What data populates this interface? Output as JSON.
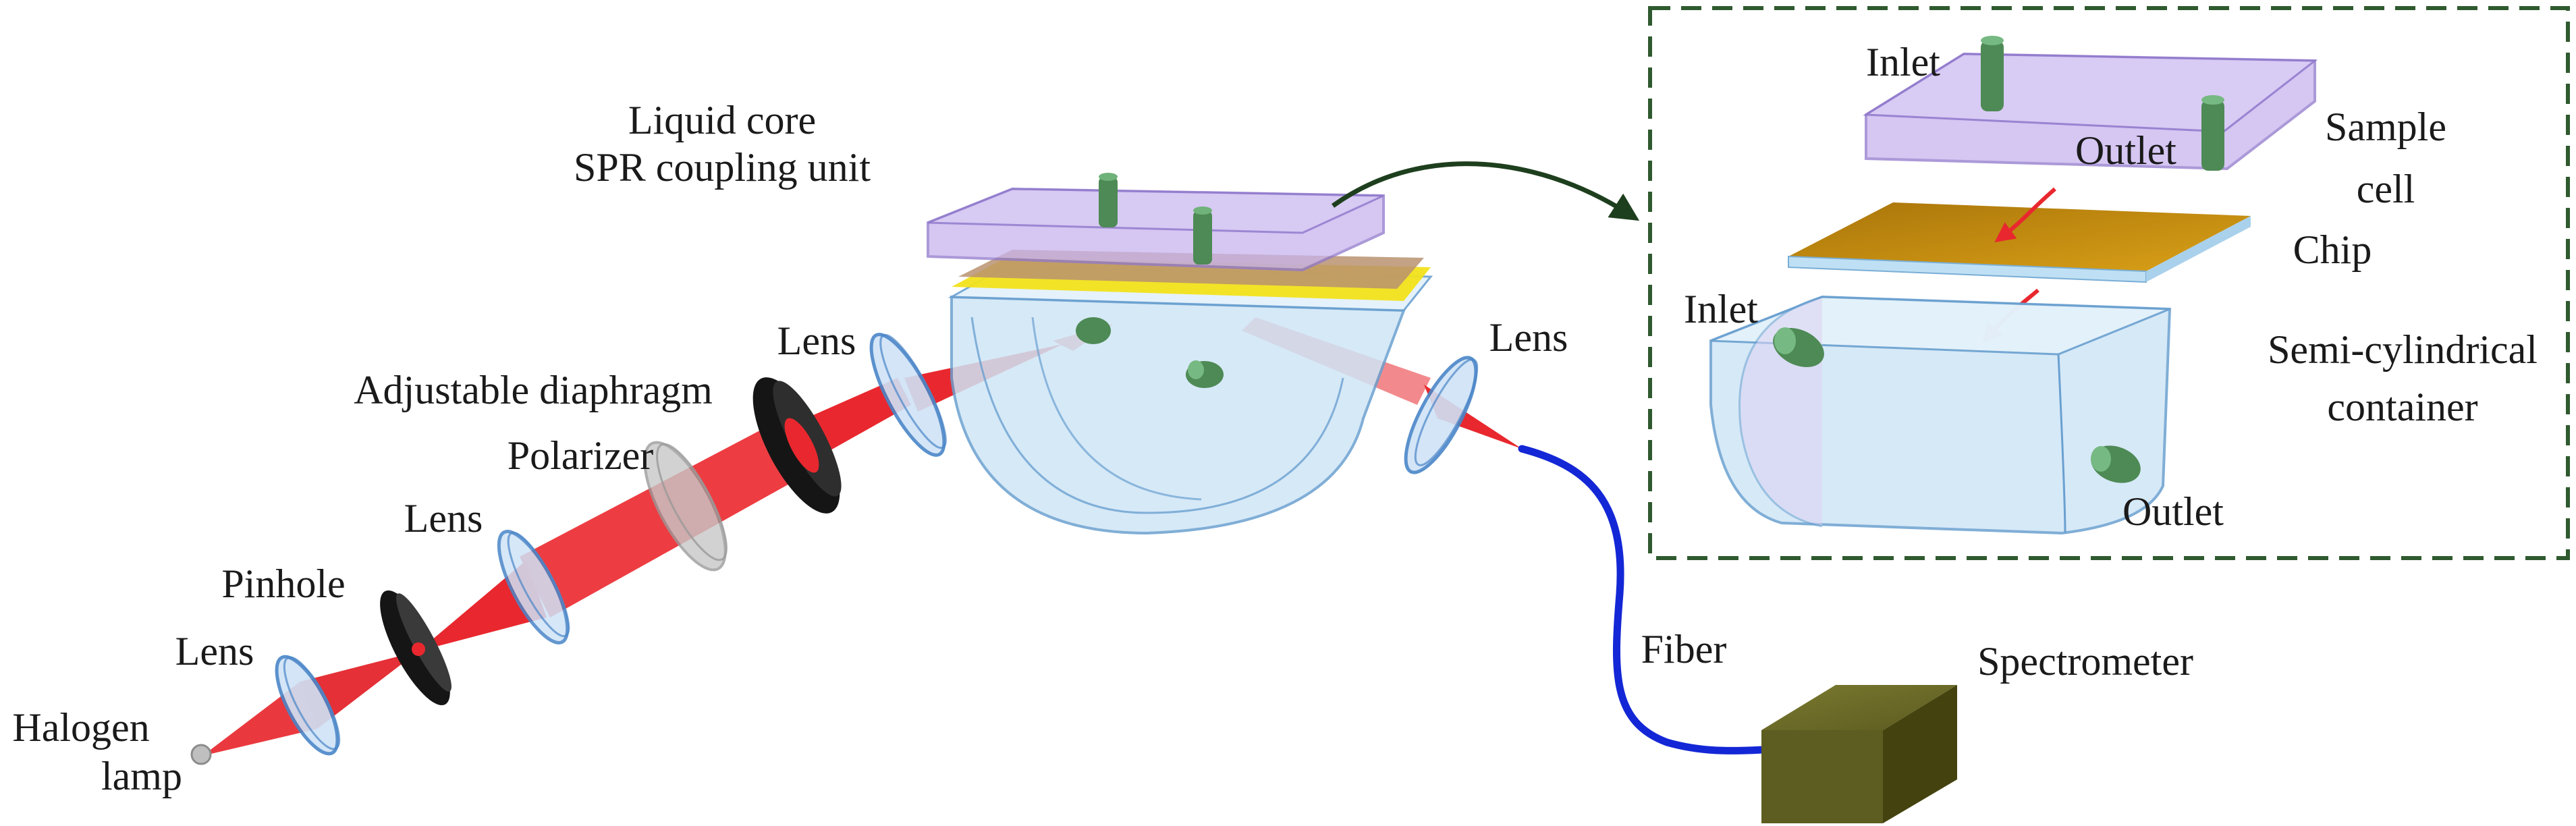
{
  "labels": {
    "halogen_lamp_line1": "Halogen",
    "halogen_lamp_line2": "lamp",
    "lens_1": "Lens",
    "pinhole": "Pinhole",
    "lens_2": "Lens",
    "polarizer": "Polarizer",
    "adjustable_diaphragm": "Adjustable diaphragm",
    "lens_3": "Lens",
    "coupling_unit_line1": "Liquid core",
    "coupling_unit_line2": "SPR coupling unit",
    "lens_4": "Lens",
    "fiber": "Fiber",
    "spectrometer": "Spectrometer"
  },
  "inset": {
    "inlet_top": "Inlet",
    "outlet_top": "Outlet",
    "sample_cell_line1": "Sample",
    "sample_cell_line2": "cell",
    "chip": "Chip",
    "inlet_side": "Inlet",
    "container_line1": "Semi-cylindrical",
    "container_line2": "container",
    "outlet_bottom": "Outlet"
  },
  "colors": {
    "beam": "#e8282e",
    "lens_fill": "#cfe3f7",
    "lens_stroke": "#4a86c8",
    "ring": "#151515",
    "polarizer": "#c8c8c8",
    "sample_cell": "#c7b4ee",
    "chip": "#c8920e",
    "gold_film": "#f2e21b",
    "container": "#cfe6f6",
    "tube": "#4e8a55",
    "fiber": "#1427d6",
    "spectrometer": "#5e5d21",
    "inset_border": "#2f5a2f",
    "flow_arrow": "#e8282e",
    "curved_arrow": "#1e3f1e"
  }
}
